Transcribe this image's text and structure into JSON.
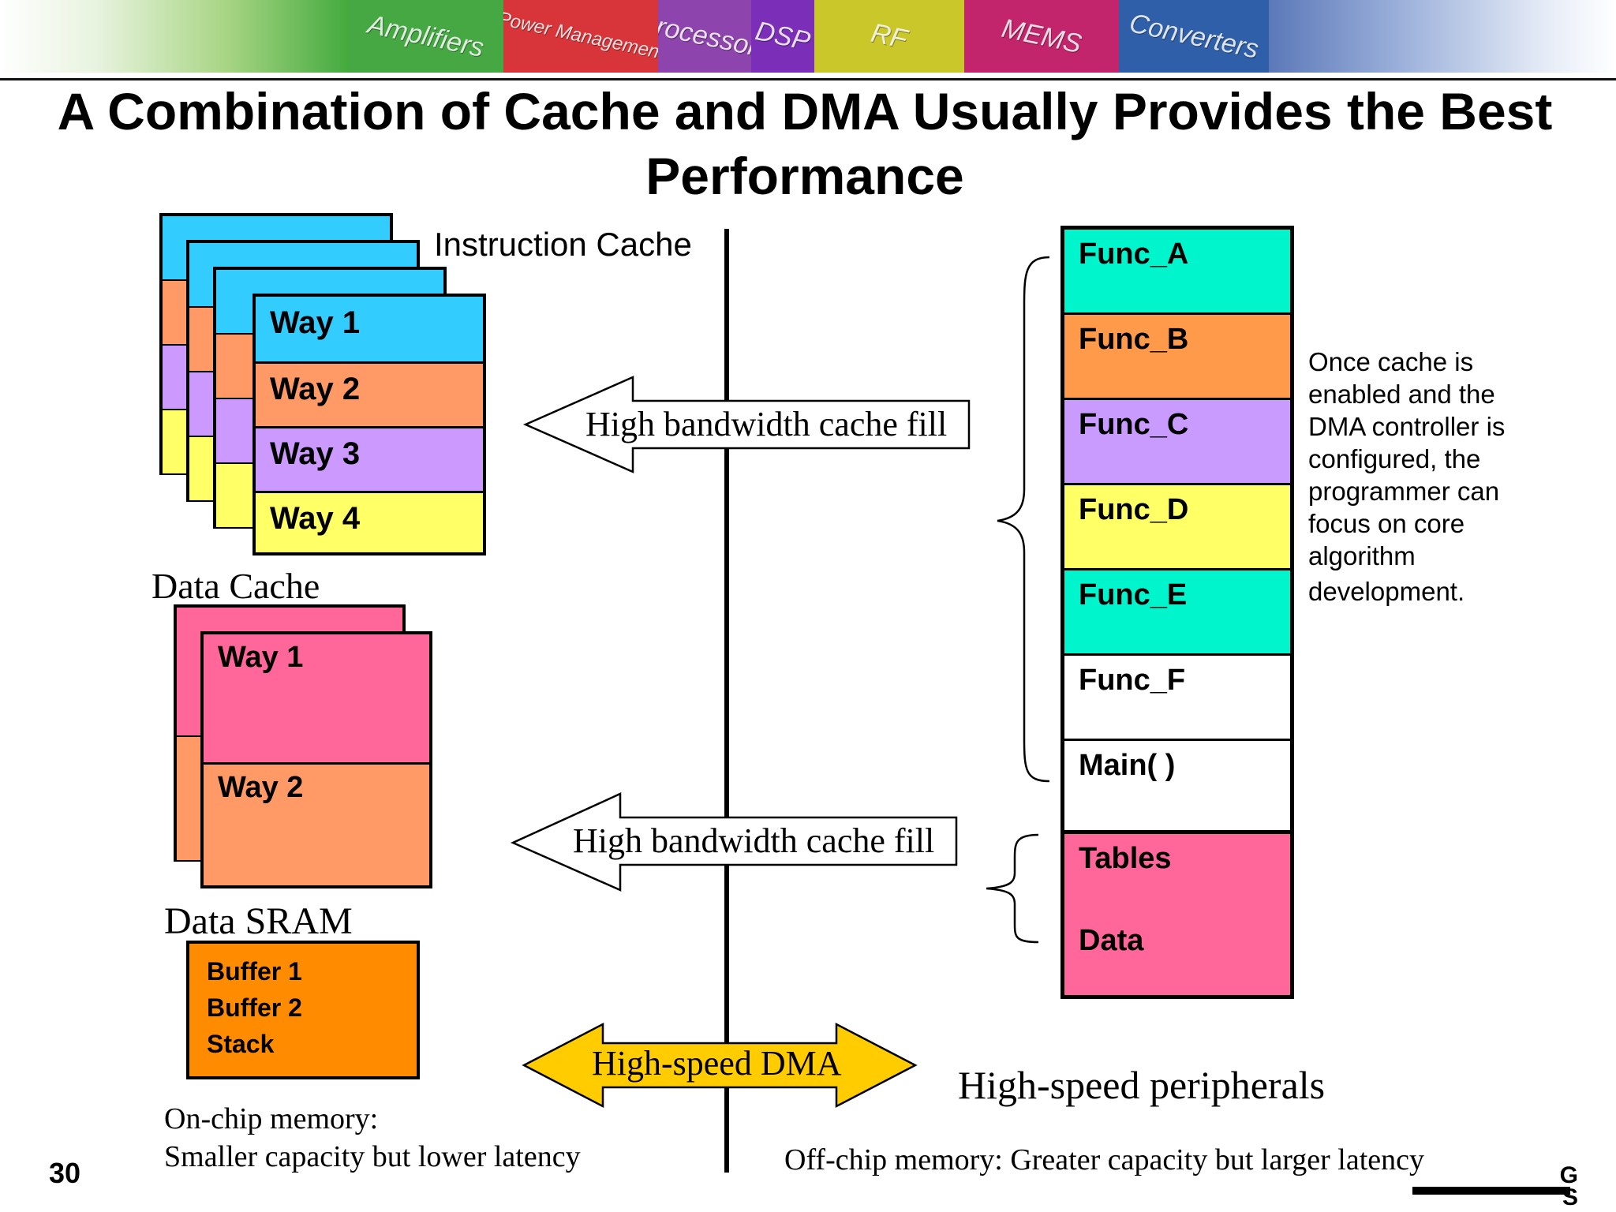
{
  "header": {
    "tiles": [
      "Amplifiers",
      "Power Management",
      "Processors",
      "DSP",
      "RF",
      "MEMS",
      "Converters"
    ],
    "tile_colors": [
      "#46a843",
      "#d8353a",
      "#8e44ad",
      "#7b2fb8",
      "#c9c72a",
      "#c2256b",
      "#2f5fa8"
    ]
  },
  "title": "A Combination of Cache and DMA Usually Provides the Best Performance",
  "instruction_cache": {
    "label": "Instruction Cache",
    "ways": [
      "Way 1",
      "Way 2",
      "Way 3",
      "Way 4"
    ]
  },
  "data_cache": {
    "label": "Data Cache",
    "ways": [
      "Way 1",
      "Way 2"
    ]
  },
  "data_sram": {
    "label": "Data SRAM",
    "lines": [
      "Buffer 1",
      "Buffer 2",
      "Stack"
    ]
  },
  "arrows": {
    "upper": "High bandwidth cache fill",
    "lower": "High bandwidth cache fill",
    "dma": "High-speed DMA"
  },
  "off_chip_stack": {
    "cells": [
      {
        "label": "Func_A",
        "color": "#00f5cc"
      },
      {
        "label": "Func_B",
        "color": "#ff9a4a"
      },
      {
        "label": "Func_C",
        "color": "#c99bff"
      },
      {
        "label": "Func_D",
        "color": "#ffff66"
      },
      {
        "label": "Func_E",
        "color": "#00f5cc"
      },
      {
        "label": "Func_F",
        "color": "#ffffff"
      },
      {
        "label": "Main( )",
        "color": "#ffffff"
      }
    ],
    "data_block": {
      "top": "Tables",
      "bottom": "Data",
      "color": "#ff6699"
    }
  },
  "note": [
    "Once cache is",
    "enabled and the",
    "DMA controller is",
    "configured, the",
    "programmer can",
    "focus on core",
    "algorithm",
    "development."
  ],
  "peripherals": "High-speed peripherals",
  "on_chip": [
    "On-chip memory:",
    "Smaller capacity but lower latency"
  ],
  "off_chip": "Off-chip memory: Greater capacity but larger latency",
  "page_number": "30",
  "logo_text": "G\nS"
}
